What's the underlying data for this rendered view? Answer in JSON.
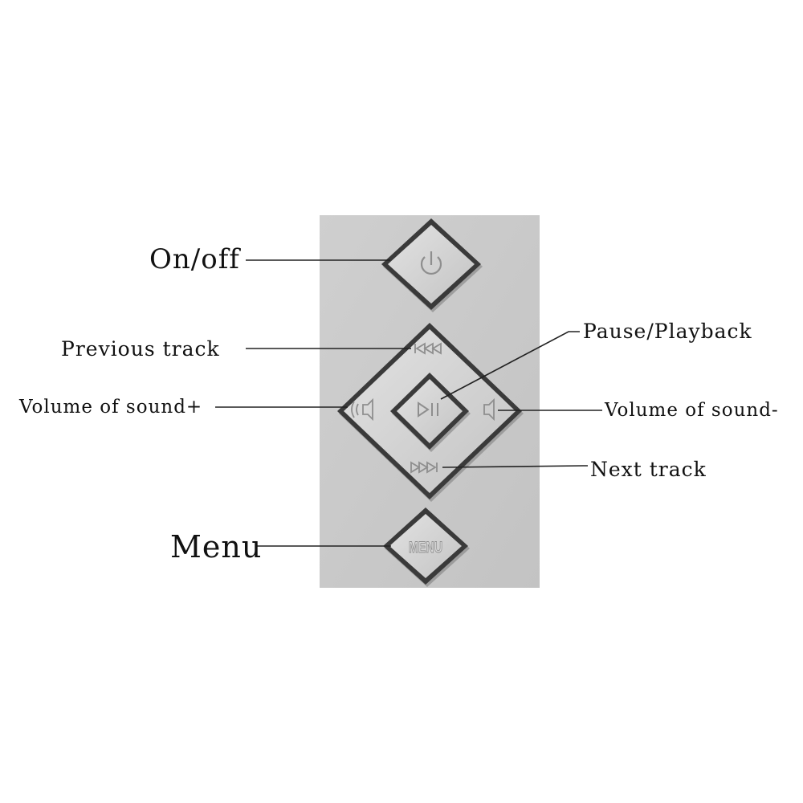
{
  "labels": {
    "on_off": "On/off",
    "previous_track": "Previous track",
    "pause_playback": "Pause/Playback",
    "volume_up": "Volume of sound+",
    "volume_down": "Volume of sound-",
    "next_track": "Next track",
    "menu": "Menu"
  },
  "device": {
    "menu_button_text": "MENU"
  },
  "colors": {
    "panel": "#c9c9c9",
    "button_face": "#d3d3d3",
    "button_edge": "#3a3a3a",
    "icon": "#8e8e8e",
    "leader_line": "#222222"
  }
}
